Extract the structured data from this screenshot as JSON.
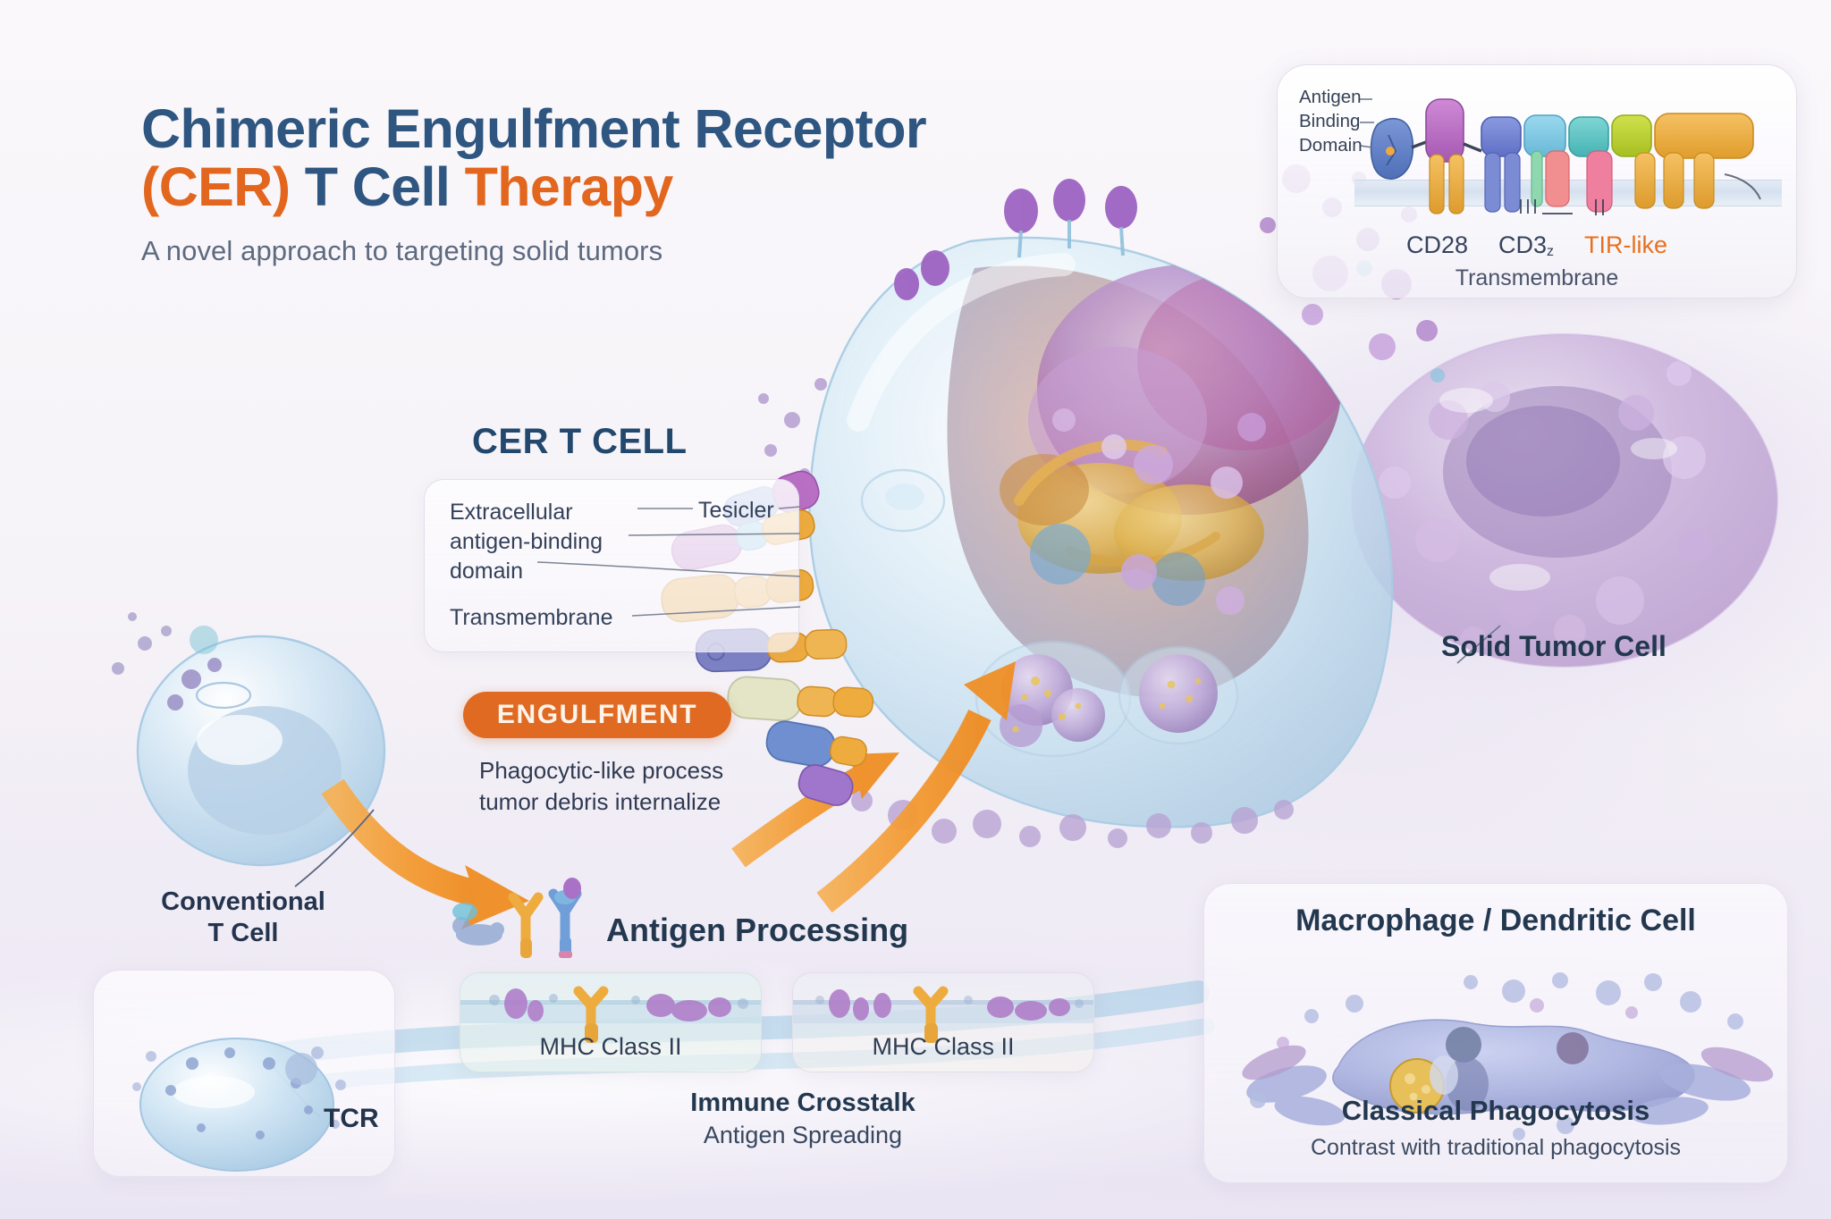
{
  "background_color": "#f7f5f8",
  "accent": {
    "navy": "#2f5680",
    "orange": "#e2661e",
    "dark_navy": "#23384f"
  },
  "title": {
    "line1": "Chimeric Engulfment Receptor",
    "line2_cer": "(CER)",
    "line2_mid": " T Cell ",
    "line2_therapy": "Therapy",
    "subtitle": "A novel approach to targeting solid tumors"
  },
  "construct_inset": {
    "antigen_label_line1": "Antigen",
    "antigen_label_line2": "Binding",
    "antigen_label_line3": "Domain",
    "domains": [
      {
        "name": "CD28",
        "color": "#6f7fd6"
      },
      {
        "name": "CD3",
        "subscript": "z",
        "color": "#7fc5e2"
      },
      {
        "name": "TIR-like",
        "color": "#e9701f"
      }
    ],
    "transmembrane_label": "Transmembrane",
    "block_colors": [
      "#5f7fc8",
      "#b96fc4",
      "#6f7fd6",
      "#7fc5e2",
      "#5ec5c8",
      "#bcd43c",
      "#eeab3e"
    ]
  },
  "cer_section": {
    "heading": "CER T CELL",
    "callout": {
      "extracellular": "Extracellular",
      "antigen_binding": "antigen-binding",
      "domain": "domain",
      "vesicle": "Tesicler",
      "transmembrane": "Transmembrane"
    }
  },
  "engulfment": {
    "badge": "ENGULFMENT",
    "desc_line1": "Phagocytic-like process",
    "desc_line2": "tumor debris internalize",
    "badge_color": "#e06a22"
  },
  "labels": {
    "conventional_t_cell_line1": "Conventional",
    "conventional_t_cell_line2": "T Cell",
    "solid_tumor_cell": "Solid Tumor Cell",
    "tcr": "TCR",
    "antigen_processing": "Antigen Processing",
    "immune_crosstalk": "Immune Crosstalk",
    "antigen_spreading": "Antigen Spreading"
  },
  "mhc_panels": [
    {
      "label": "MHC Class II"
    },
    {
      "label": "MHC Class II"
    }
  ],
  "macrophage_panel": {
    "title": "Macrophage / Dendritic Cell",
    "subtitle": "Classical Phagocytosis",
    "caption": "Contrast with traditional phagocytosis"
  }
}
